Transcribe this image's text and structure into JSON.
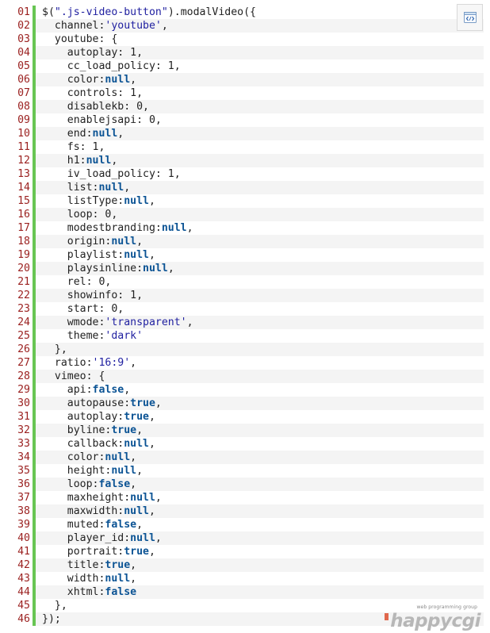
{
  "toolbar": {
    "view_source_icon": "view-source-icon"
  },
  "watermark": {
    "tagline": "web programming group",
    "brand": "happycgi"
  },
  "code": {
    "language": "javascript",
    "lines": [
      {
        "num": "01",
        "tokens": [
          {
            "t": "plain",
            "v": "$("
          },
          {
            "t": "str",
            "v": "\".js-video-button\""
          },
          {
            "t": "plain",
            "v": ").modalVideo({"
          }
        ]
      },
      {
        "num": "02",
        "tokens": [
          {
            "t": "plain",
            "v": "  channel:"
          },
          {
            "t": "str",
            "v": "'youtube'"
          },
          {
            "t": "plain",
            "v": ","
          }
        ]
      },
      {
        "num": "03",
        "tokens": [
          {
            "t": "plain",
            "v": "  youtube: {"
          }
        ]
      },
      {
        "num": "04",
        "tokens": [
          {
            "t": "plain",
            "v": "    autoplay: 1,"
          }
        ]
      },
      {
        "num": "05",
        "tokens": [
          {
            "t": "plain",
            "v": "    cc_load_policy: 1,"
          }
        ]
      },
      {
        "num": "06",
        "tokens": [
          {
            "t": "plain",
            "v": "    color:"
          },
          {
            "t": "kw",
            "v": "null"
          },
          {
            "t": "plain",
            "v": ","
          }
        ]
      },
      {
        "num": "07",
        "tokens": [
          {
            "t": "plain",
            "v": "    controls: 1,"
          }
        ]
      },
      {
        "num": "08",
        "tokens": [
          {
            "t": "plain",
            "v": "    disablekb: 0,"
          }
        ]
      },
      {
        "num": "09",
        "tokens": [
          {
            "t": "plain",
            "v": "    enablejsapi: 0,"
          }
        ]
      },
      {
        "num": "10",
        "tokens": [
          {
            "t": "plain",
            "v": "    end:"
          },
          {
            "t": "kw",
            "v": "null"
          },
          {
            "t": "plain",
            "v": ","
          }
        ]
      },
      {
        "num": "11",
        "tokens": [
          {
            "t": "plain",
            "v": "    fs: 1,"
          }
        ]
      },
      {
        "num": "12",
        "tokens": [
          {
            "t": "plain",
            "v": "    h1:"
          },
          {
            "t": "kw",
            "v": "null"
          },
          {
            "t": "plain",
            "v": ","
          }
        ]
      },
      {
        "num": "13",
        "tokens": [
          {
            "t": "plain",
            "v": "    iv_load_policy: 1,"
          }
        ]
      },
      {
        "num": "14",
        "tokens": [
          {
            "t": "plain",
            "v": "    list:"
          },
          {
            "t": "kw",
            "v": "null"
          },
          {
            "t": "plain",
            "v": ","
          }
        ]
      },
      {
        "num": "15",
        "tokens": [
          {
            "t": "plain",
            "v": "    listType:"
          },
          {
            "t": "kw",
            "v": "null"
          },
          {
            "t": "plain",
            "v": ","
          }
        ]
      },
      {
        "num": "16",
        "tokens": [
          {
            "t": "plain",
            "v": "    loop: 0,"
          }
        ]
      },
      {
        "num": "17",
        "tokens": [
          {
            "t": "plain",
            "v": "    modestbranding:"
          },
          {
            "t": "kw",
            "v": "null"
          },
          {
            "t": "plain",
            "v": ","
          }
        ]
      },
      {
        "num": "18",
        "tokens": [
          {
            "t": "plain",
            "v": "    origin:"
          },
          {
            "t": "kw",
            "v": "null"
          },
          {
            "t": "plain",
            "v": ","
          }
        ]
      },
      {
        "num": "19",
        "tokens": [
          {
            "t": "plain",
            "v": "    playlist:"
          },
          {
            "t": "kw",
            "v": "null"
          },
          {
            "t": "plain",
            "v": ","
          }
        ]
      },
      {
        "num": "20",
        "tokens": [
          {
            "t": "plain",
            "v": "    playsinline:"
          },
          {
            "t": "kw",
            "v": "null"
          },
          {
            "t": "plain",
            "v": ","
          }
        ]
      },
      {
        "num": "21",
        "tokens": [
          {
            "t": "plain",
            "v": "    rel: 0,"
          }
        ]
      },
      {
        "num": "22",
        "tokens": [
          {
            "t": "plain",
            "v": "    showinfo: 1,"
          }
        ]
      },
      {
        "num": "23",
        "tokens": [
          {
            "t": "plain",
            "v": "    start: 0,"
          }
        ]
      },
      {
        "num": "24",
        "tokens": [
          {
            "t": "plain",
            "v": "    wmode:"
          },
          {
            "t": "str",
            "v": "'transparent'"
          },
          {
            "t": "plain",
            "v": ","
          }
        ]
      },
      {
        "num": "25",
        "tokens": [
          {
            "t": "plain",
            "v": "    theme:"
          },
          {
            "t": "str",
            "v": "'dark'"
          }
        ]
      },
      {
        "num": "26",
        "tokens": [
          {
            "t": "plain",
            "v": "  },"
          }
        ]
      },
      {
        "num": "27",
        "tokens": [
          {
            "t": "plain",
            "v": "  ratio:"
          },
          {
            "t": "str",
            "v": "'16:9'"
          },
          {
            "t": "plain",
            "v": ","
          }
        ]
      },
      {
        "num": "28",
        "tokens": [
          {
            "t": "plain",
            "v": "  vimeo: {"
          }
        ]
      },
      {
        "num": "29",
        "tokens": [
          {
            "t": "plain",
            "v": "    api:"
          },
          {
            "t": "kw",
            "v": "false"
          },
          {
            "t": "plain",
            "v": ","
          }
        ]
      },
      {
        "num": "30",
        "tokens": [
          {
            "t": "plain",
            "v": "    autopause:"
          },
          {
            "t": "kw",
            "v": "true"
          },
          {
            "t": "plain",
            "v": ","
          }
        ]
      },
      {
        "num": "31",
        "tokens": [
          {
            "t": "plain",
            "v": "    autoplay:"
          },
          {
            "t": "kw",
            "v": "true"
          },
          {
            "t": "plain",
            "v": ","
          }
        ]
      },
      {
        "num": "32",
        "tokens": [
          {
            "t": "plain",
            "v": "    byline:"
          },
          {
            "t": "kw",
            "v": "true"
          },
          {
            "t": "plain",
            "v": ","
          }
        ]
      },
      {
        "num": "33",
        "tokens": [
          {
            "t": "plain",
            "v": "    callback:"
          },
          {
            "t": "kw",
            "v": "null"
          },
          {
            "t": "plain",
            "v": ","
          }
        ]
      },
      {
        "num": "34",
        "tokens": [
          {
            "t": "plain",
            "v": "    color:"
          },
          {
            "t": "kw",
            "v": "null"
          },
          {
            "t": "plain",
            "v": ","
          }
        ]
      },
      {
        "num": "35",
        "tokens": [
          {
            "t": "plain",
            "v": "    height:"
          },
          {
            "t": "kw",
            "v": "null"
          },
          {
            "t": "plain",
            "v": ","
          }
        ]
      },
      {
        "num": "36",
        "tokens": [
          {
            "t": "plain",
            "v": "    loop:"
          },
          {
            "t": "kw",
            "v": "false"
          },
          {
            "t": "plain",
            "v": ","
          }
        ]
      },
      {
        "num": "37",
        "tokens": [
          {
            "t": "plain",
            "v": "    maxheight:"
          },
          {
            "t": "kw",
            "v": "null"
          },
          {
            "t": "plain",
            "v": ","
          }
        ]
      },
      {
        "num": "38",
        "tokens": [
          {
            "t": "plain",
            "v": "    maxwidth:"
          },
          {
            "t": "kw",
            "v": "null"
          },
          {
            "t": "plain",
            "v": ","
          }
        ]
      },
      {
        "num": "39",
        "tokens": [
          {
            "t": "plain",
            "v": "    muted:"
          },
          {
            "t": "kw",
            "v": "false"
          },
          {
            "t": "plain",
            "v": ","
          }
        ]
      },
      {
        "num": "40",
        "tokens": [
          {
            "t": "plain",
            "v": "    player_id:"
          },
          {
            "t": "kw",
            "v": "null"
          },
          {
            "t": "plain",
            "v": ","
          }
        ]
      },
      {
        "num": "41",
        "tokens": [
          {
            "t": "plain",
            "v": "    portrait:"
          },
          {
            "t": "kw",
            "v": "true"
          },
          {
            "t": "plain",
            "v": ","
          }
        ]
      },
      {
        "num": "42",
        "tokens": [
          {
            "t": "plain",
            "v": "    title:"
          },
          {
            "t": "kw",
            "v": "true"
          },
          {
            "t": "plain",
            "v": ","
          }
        ]
      },
      {
        "num": "43",
        "tokens": [
          {
            "t": "plain",
            "v": "    width:"
          },
          {
            "t": "kw",
            "v": "null"
          },
          {
            "t": "plain",
            "v": ","
          }
        ]
      },
      {
        "num": "44",
        "tokens": [
          {
            "t": "plain",
            "v": "    xhtml:"
          },
          {
            "t": "kw",
            "v": "false"
          }
        ]
      },
      {
        "num": "45",
        "tokens": [
          {
            "t": "plain",
            "v": "  },"
          }
        ]
      },
      {
        "num": "46",
        "tokens": [
          {
            "t": "plain",
            "v": "});"
          }
        ]
      }
    ]
  },
  "colors": {
    "line_number": "#9b2120",
    "gutter_bar": "#68c553",
    "string": "#1f1fa0",
    "keyword": "#0b5394",
    "plain": "#222222",
    "zebra_row": "#f4f4f4"
  }
}
